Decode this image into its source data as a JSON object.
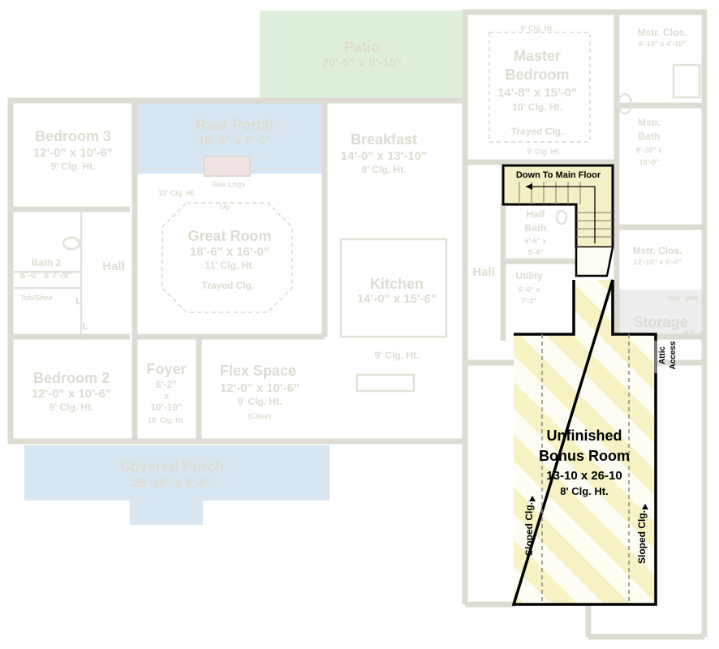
{
  "colors": {
    "patio": "#e0efdc",
    "porch": "#d7e6f1",
    "ghost_text": "#dcdcd0",
    "bonus_stripe": "#f6f2c3",
    "bonus_bg": "#fefdf3",
    "stairs_fill": "#f4f0c5",
    "storage_fill": "#ededed",
    "wall_active": "#000000"
  },
  "rooms": {
    "patio": {
      "name": "Patio",
      "dim": "20'-6\" x 8'-10\""
    },
    "master_bedroom": {
      "top_clg": "9' Clg. Ht.",
      "name1": "Master",
      "name2": "Bedroom",
      "dim": "14'-8\" x 15'-0\"",
      "clg": "10' Clg. Ht.",
      "note": "Trayed Clg.",
      "bottom_clg": "9' Clg. Ht."
    },
    "mstr_clos_top": {
      "name": "Mstr. Clos.",
      "dim": "6'-10\" x 4'-10\""
    },
    "mstr_bath": {
      "name1": "Mstr.",
      "name2": "Bath",
      "dim1": "8'-10\" x",
      "dim2": "16'-0\""
    },
    "mstr_clos_mid": {
      "name": "Mstr. Clos.",
      "dim": "12'-10\" x 6'-0\""
    },
    "rear_porch": {
      "name": "Rear Porch",
      "dim": "18'-6\" x 7'-0\""
    },
    "gas_logs": "Gas Logs",
    "bedroom3": {
      "name": "Bedroom 3",
      "dim": "12'-0\" x 10'-6\"",
      "clg": "9' Clg. Ht."
    },
    "breakfast": {
      "name": "Breakfast",
      "dim": "14'-0\" x 13'-10\"",
      "clg": "9' Clg. Ht."
    },
    "great_room": {
      "top_clg": "10' Clg. Ht.",
      "name": "Great Room",
      "dim": "18'-6\" x 16'-0\"",
      "clg": "11' Clg. Ht.",
      "note": "Trayed Clg."
    },
    "bath2": {
      "name": "Bath 2",
      "dim": "8'-0\" x 7'-9\"",
      "tub": "Tub/Shwr",
      "l1": "L",
      "l2": "L"
    },
    "hall_left": "Hall",
    "half_bath": {
      "name1": "Half",
      "name2": "Bath",
      "dim1": "6'-6\" x",
      "dim2": "5'-4\""
    },
    "utility": {
      "name": "Utility",
      "dim1": "6'-6\" x",
      "dim2": "7'-2\""
    },
    "hall_right": "Hall",
    "kitchen": {
      "name": "Kitchen",
      "dim": "14'-0\" x 15'-6\"",
      "clg": "9' Clg. Ht."
    },
    "storage": {
      "name": "Storage",
      "dim_tail": "4\""
    },
    "bedroom2": {
      "name": "Bedroom 2",
      "dim": "12'-0\" x 10'-6\"",
      "clg": "9' Clg. Ht."
    },
    "foyer": {
      "name": "Foyer",
      "dim1": "6'-2\"",
      "dim2": "x",
      "dim3": "10'-10\"",
      "clg": "10' Clg. Ht."
    },
    "flex_space": {
      "name": "Flex Space",
      "dim": "12'-0\" x 10'-6\"",
      "clg": "9' Clg. Ht.",
      "note": "(Clear)"
    },
    "covered_porch": {
      "name": "Covered Porch",
      "dim": "28'-10\" x 8'-0\""
    }
  },
  "bonus_room": {
    "name1": "Unfinished",
    "name2": "Bonus Room",
    "dim": "13-10 x 26-10",
    "clg": "8' Clg. Ht.",
    "sloped_left": "Sloped Clg.",
    "sloped_right": "Sloped Clg."
  },
  "stairs": {
    "label": "Down To Main Floor"
  },
  "attic": {
    "line1": "Attic",
    "line2": "Access"
  },
  "tiny": {
    "up": "Up",
    "wh": "WH",
    "wh2": "WH"
  }
}
